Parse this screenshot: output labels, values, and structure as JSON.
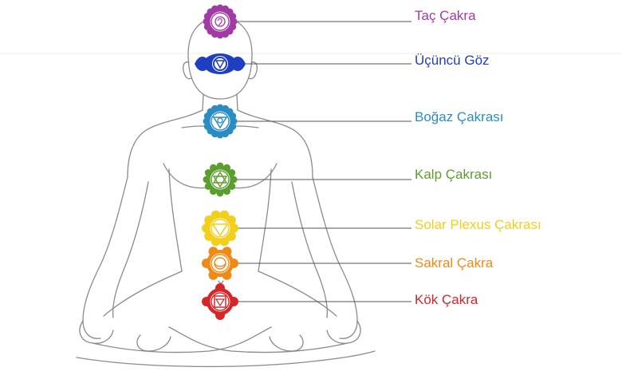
{
  "chakras": [
    {
      "name": "Taç Çakra",
      "color": "#a23aa6",
      "icon": "crown-chakra-icon"
    },
    {
      "name": "Üçüncü Göz",
      "color": "#1f3fc2",
      "icon": "third-eye-chakra-icon"
    },
    {
      "name": "Boğaz Çakrası",
      "color": "#2b8cc4",
      "icon": "throat-chakra-icon"
    },
    {
      "name": "Kalp Çakrası",
      "color": "#5c9e2e",
      "icon": "heart-chakra-icon"
    },
    {
      "name": "Solar Plexus Çakrası",
      "color": "#f2cf1c",
      "icon": "solar-plexus-chakra-icon"
    },
    {
      "name": "Sakral Çakra",
      "color": "#ef8a16",
      "icon": "sacral-chakra-icon"
    },
    {
      "name": "Kök Çakra",
      "color": "#d6262a",
      "icon": "root-chakra-icon"
    }
  ],
  "figure": {
    "outline_color": "#8a8a8a",
    "leader_line_color": "#555555"
  }
}
